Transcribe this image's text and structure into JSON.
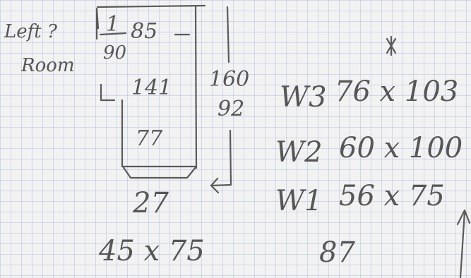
{
  "sketch": {
    "side_label_top": "Left ?",
    "side_label_bottom": "Room",
    "frac_numerator": "1",
    "frac_denominator": "90",
    "box_top": "85",
    "box_mid": "141",
    "box_low": "77",
    "right_top": "160",
    "right_mid": "92",
    "bottom_width": "27",
    "bottom_size": "45 x 75"
  },
  "windows": {
    "star": "*",
    "items": [
      {
        "label": "W3",
        "size": "76 x 103"
      },
      {
        "label": "W2",
        "size": "60 x 100"
      },
      {
        "label": "W1",
        "size": "56 x 75"
      }
    ],
    "total": "87"
  }
}
